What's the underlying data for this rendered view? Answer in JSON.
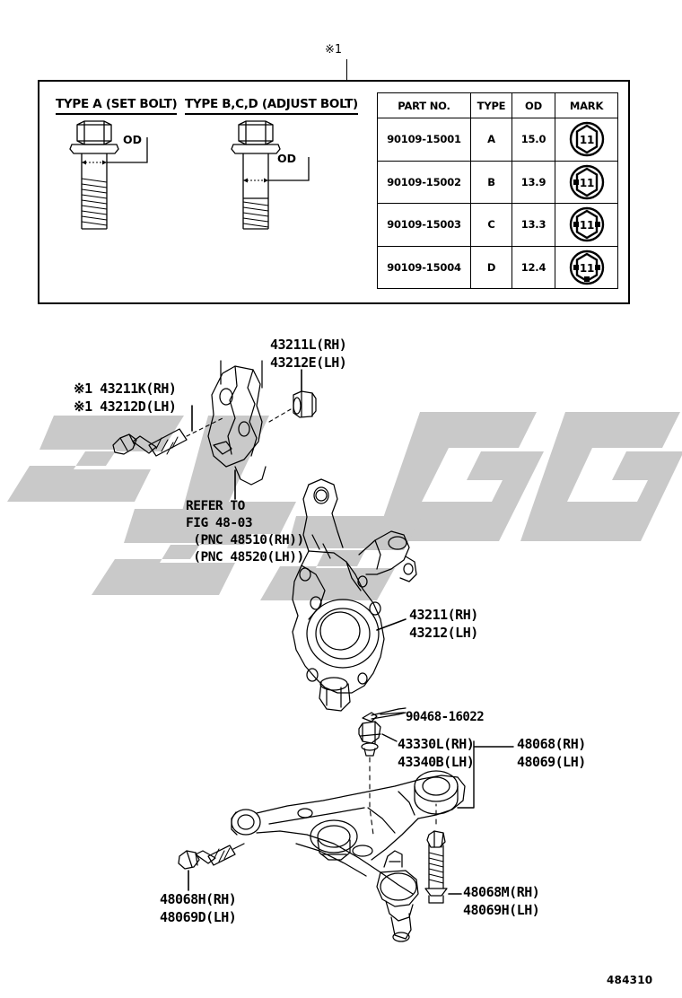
{
  "figure": {
    "id": "484310",
    "top_note_marker": "※1"
  },
  "legend": {
    "type_a_title": "TYPE A (SET BOLT)",
    "type_bcd_title": "TYPE B,C,D (ADJUST BOLT)",
    "od_label_a": "OD",
    "od_label_b": "OD",
    "table": {
      "headers": [
        "PART NO.",
        "TYPE",
        "OD",
        "MARK"
      ],
      "rows": [
        {
          "part_no": "90109-15001",
          "type": "A",
          "od": "15.0",
          "mark": "11"
        },
        {
          "part_no": "90109-15002",
          "type": "B",
          "od": "13.9",
          "mark": "11"
        },
        {
          "part_no": "90109-15003",
          "type": "C",
          "od": "13.3",
          "mark": "11"
        },
        {
          "part_no": "90109-15004",
          "type": "D",
          "od": "12.4",
          "mark": "11"
        }
      ]
    }
  },
  "callouts": {
    "knuckle_upper_bolt": "43211L(RH)\n43212E(LH)",
    "knuckle_set_bolt": "※1 43211K(RH)\n※1 43212D(LH)",
    "refer_to": "REFER TO\nFIG 48-03\n (PNC 48510(RH))\n (PNC 48520(LH))",
    "steering_knuckle": "43211(RH)\n43212(LH)",
    "cotter_pin": "90468-16022",
    "ball_joint": "43330L(RH)\n43340B(LH)",
    "lower_arm": "48068(RH)\n48069(LH)",
    "arm_front_bolt": "48068H(RH)\n48069D(LH)",
    "arm_rear_bolt": "48068M(RH)\n48069H(LH)"
  },
  "colors": {
    "ink": "#000000",
    "watermark": "#c9c9c9",
    "background": "#ffffff"
  }
}
